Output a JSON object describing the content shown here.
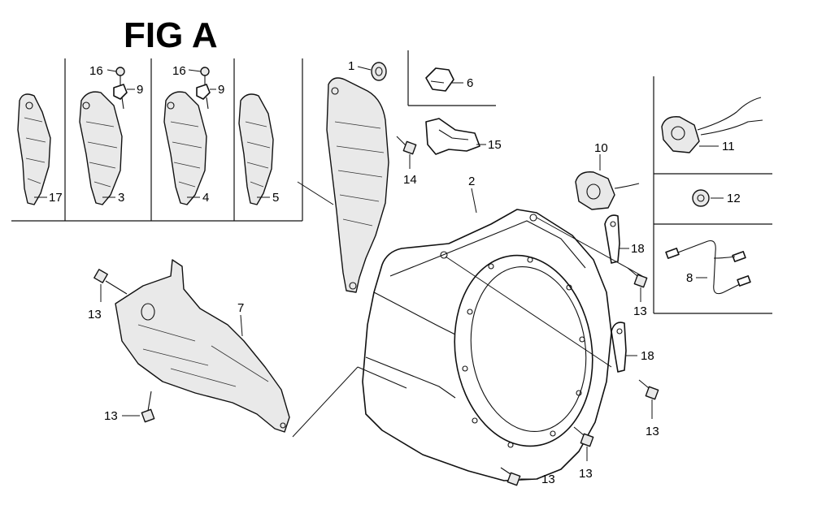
{
  "figure": {
    "title": "FIG A"
  },
  "callouts": [
    {
      "id": "c16a",
      "label": "16"
    },
    {
      "id": "c9a",
      "label": "9"
    },
    {
      "id": "c16b",
      "label": "16"
    },
    {
      "id": "c9b",
      "label": "9"
    },
    {
      "id": "c17",
      "label": "17"
    },
    {
      "id": "c3",
      "label": "3"
    },
    {
      "id": "c4",
      "label": "4"
    },
    {
      "id": "c5",
      "label": "5"
    },
    {
      "id": "c1",
      "label": "1"
    },
    {
      "id": "c6",
      "label": "6"
    },
    {
      "id": "c15",
      "label": "15"
    },
    {
      "id": "c14",
      "label": "14"
    },
    {
      "id": "c10",
      "label": "10"
    },
    {
      "id": "c11",
      "label": "11"
    },
    {
      "id": "c12",
      "label": "12"
    },
    {
      "id": "c8",
      "label": "8"
    },
    {
      "id": "c2",
      "label": "2"
    },
    {
      "id": "c18a",
      "label": "18"
    },
    {
      "id": "c18b",
      "label": "18"
    },
    {
      "id": "c13a",
      "label": "13"
    },
    {
      "id": "c13b",
      "label": "13"
    },
    {
      "id": "c13c",
      "label": "13"
    },
    {
      "id": "c13d",
      "label": "13"
    },
    {
      "id": "c13e",
      "label": "13"
    },
    {
      "id": "c13f",
      "label": "13"
    },
    {
      "id": "c7",
      "label": "7"
    }
  ]
}
